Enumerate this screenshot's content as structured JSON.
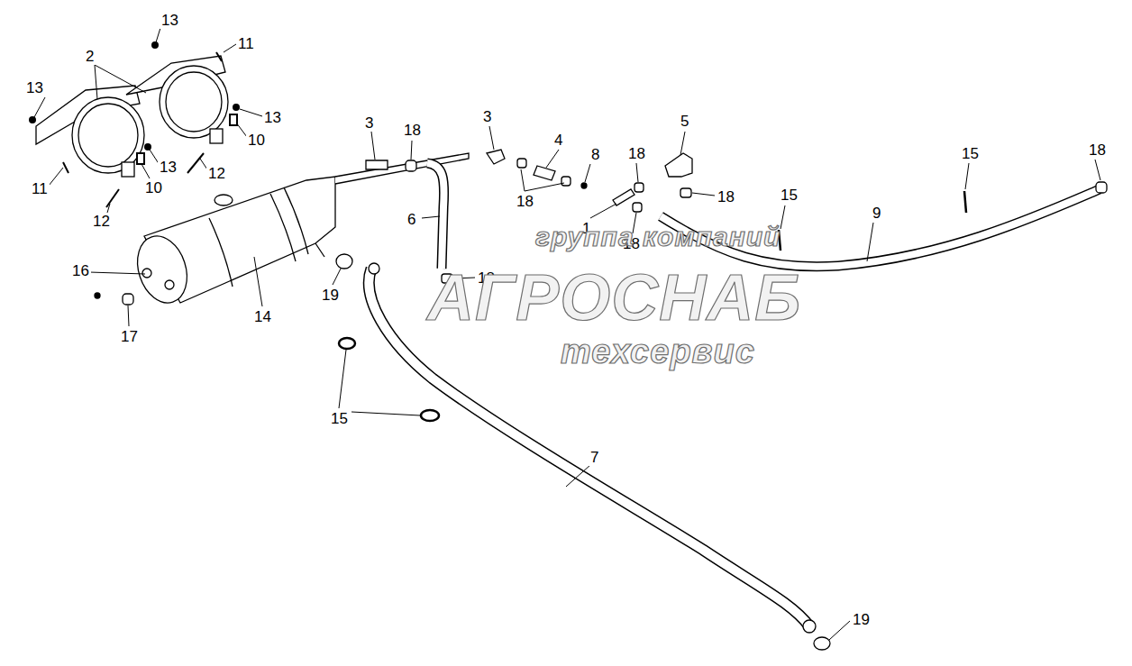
{
  "diagram": {
    "labels": [
      "13",
      "2",
      "11",
      "13",
      "13",
      "3",
      "18",
      "3",
      "4",
      "5",
      "10",
      "13",
      "10",
      "12",
      "18",
      "8",
      "18",
      "15",
      "11",
      "12",
      "18",
      "18",
      "15",
      "9",
      "1",
      "6",
      "18",
      "16",
      "18",
      "19",
      "14",
      "17",
      "15",
      "7",
      "19",
      "группа компаний",
      "АГРОСНАБ",
      "техсервис"
    ]
  }
}
